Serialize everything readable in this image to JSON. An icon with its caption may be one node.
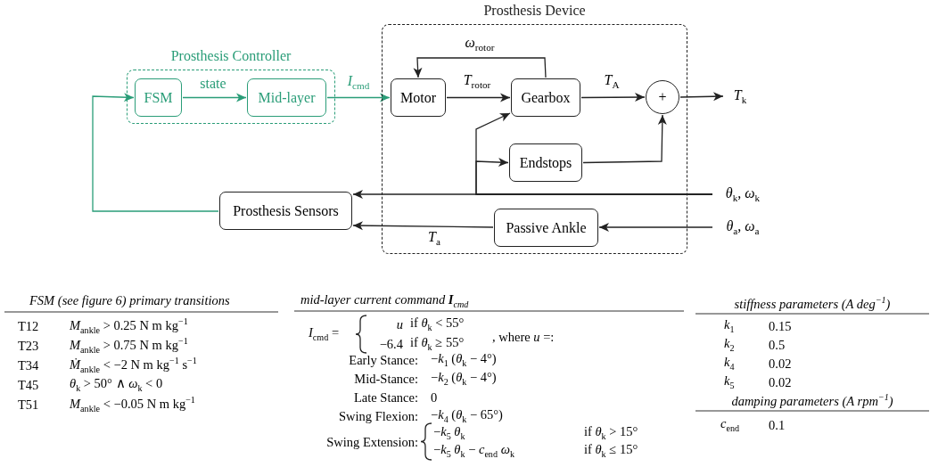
{
  "diagram": {
    "nodes": [
      {
        "text": [
          "Prosthesis Controller"
        ]
      },
      {
        "text": [
          "FSM"
        ],
        "in": 0
      },
      {
        "text": [
          "Mid-layer"
        ],
        "in": 0
      },
      {
        "text": [
          "Prosthesis Device"
        ]
      },
      {
        "text": [
          "Motor"
        ],
        "in": 3
      },
      {
        "text": [
          "Gearbox"
        ],
        "in": 3
      },
      {
        "text": [
          "+"
        ],
        "in": 3
      },
      {
        "text": [
          "Endstops"
        ],
        "in": 3
      },
      {
        "text": [
          "Passive Ankle"
        ],
        "in": 3
      },
      {
        "text": [
          "Prosthesis Sensors"
        ]
      },
      {
        "text": [
          "*T*$_{k}$"
        ]
      },
      {
        "text": [
          "*θ*$_{k}$, *ω*$_{k}$"
        ]
      },
      {
        "text": [
          "*θ*$_{a}$, *ω*$_{a}$"
        ]
      }
    ],
    "edges": [
      {
        "from": 1,
        "to": 2,
        "arrow": "to",
        "label": "state",
        "color": "#2a9d78"
      },
      {
        "from": 2,
        "to": 4,
        "arrow": "to",
        "label": "*I*$_{cmd}$",
        "color": "#2a9d78"
      },
      {
        "from": 5,
        "to": 4,
        "arrow": "to",
        "label": "*ω*$_{rotor}$"
      },
      {
        "from": 4,
        "to": 5,
        "arrow": "to",
        "label": "*T*$_{rotor}$"
      },
      {
        "from": 5,
        "to": 6,
        "arrow": "to",
        "label": "*T*$_{A}$"
      },
      {
        "from": 6,
        "to": 10,
        "arrow": "to"
      },
      {
        "from": 7,
        "to": 6,
        "arrow": "to"
      },
      {
        "from": 11,
        "to": 9,
        "arrow": "to"
      },
      {
        "from": 11,
        "to": 5,
        "arrow": "to"
      },
      {
        "from": 11,
        "to": 7,
        "arrow": "to"
      },
      {
        "from": 12,
        "to": 8,
        "arrow": "to"
      },
      {
        "from": 8,
        "to": 9,
        "arrow": "to",
        "label": "*T*$_{a}$"
      },
      {
        "from": 9,
        "to": 1,
        "arrow": "to",
        "color": "#2a9d78"
      }
    ],
    "labels": [
      "FSM (see figure 6) primary transitions",
      "T12",
      "*M*$_{ankle}$ > 0.25 N m kg$^{−1}$",
      "T23",
      "*M*$_{ankle}$ > 0.75 N m kg$^{−1}$",
      "T34",
      "*Ṁ*$_{ankle}$ < −2 N m kg$^{−1}$ s$^{−1}$",
      "T45",
      "*θ*$_{k}$ > 50° ∧ *ω*$_{k}$ < 0",
      "T51",
      "*M*$_{ankle}$ < −0.05 N m kg$^{−1}$",
      "mid-layer current command **I**$_{cmd}$",
      "*I*$_{cmd}$ =",
      "*u*",
      "if *θ*$_{k}$ < 55°",
      "−6.4",
      "if *θ*$_{k}$ ≥ 55°",
      ", where *u* =:",
      "Early Stance:",
      "−*k*$_{1}$ (*θ*$_{k}$ − 4°)",
      "Mid-Stance:",
      "−*k*$_{2}$ (*θ*$_{k}$ − 4°)",
      "Late Stance:",
      "0",
      "Swing Flexion:",
      "−*k*$_{4}$ (*θ*$_{k}$ − 65°)",
      "Swing Extension:",
      "−*k*$_{5}$ *θ*$_{k}$",
      "if *θ*$_{k}$ > 15°",
      "−*k*$_{5}$ *θ*$_{k}$ − *c*$_{end}$ *ω*$_{k}$",
      "if *θ*$_{k}$ ≤ 15°",
      "stiffness parameters (A deg$^{−1}$)",
      "*k*$_{1}$",
      "0.15",
      "*k*$_{2}$",
      "0.5",
      "*k*$_{4}$",
      "0.02",
      "*k*$_{5}$",
      "0.02",
      "damping parameters (A rpm$^{−1}$)",
      "*c*$_{end}$",
      "0.1"
    ]
  }
}
